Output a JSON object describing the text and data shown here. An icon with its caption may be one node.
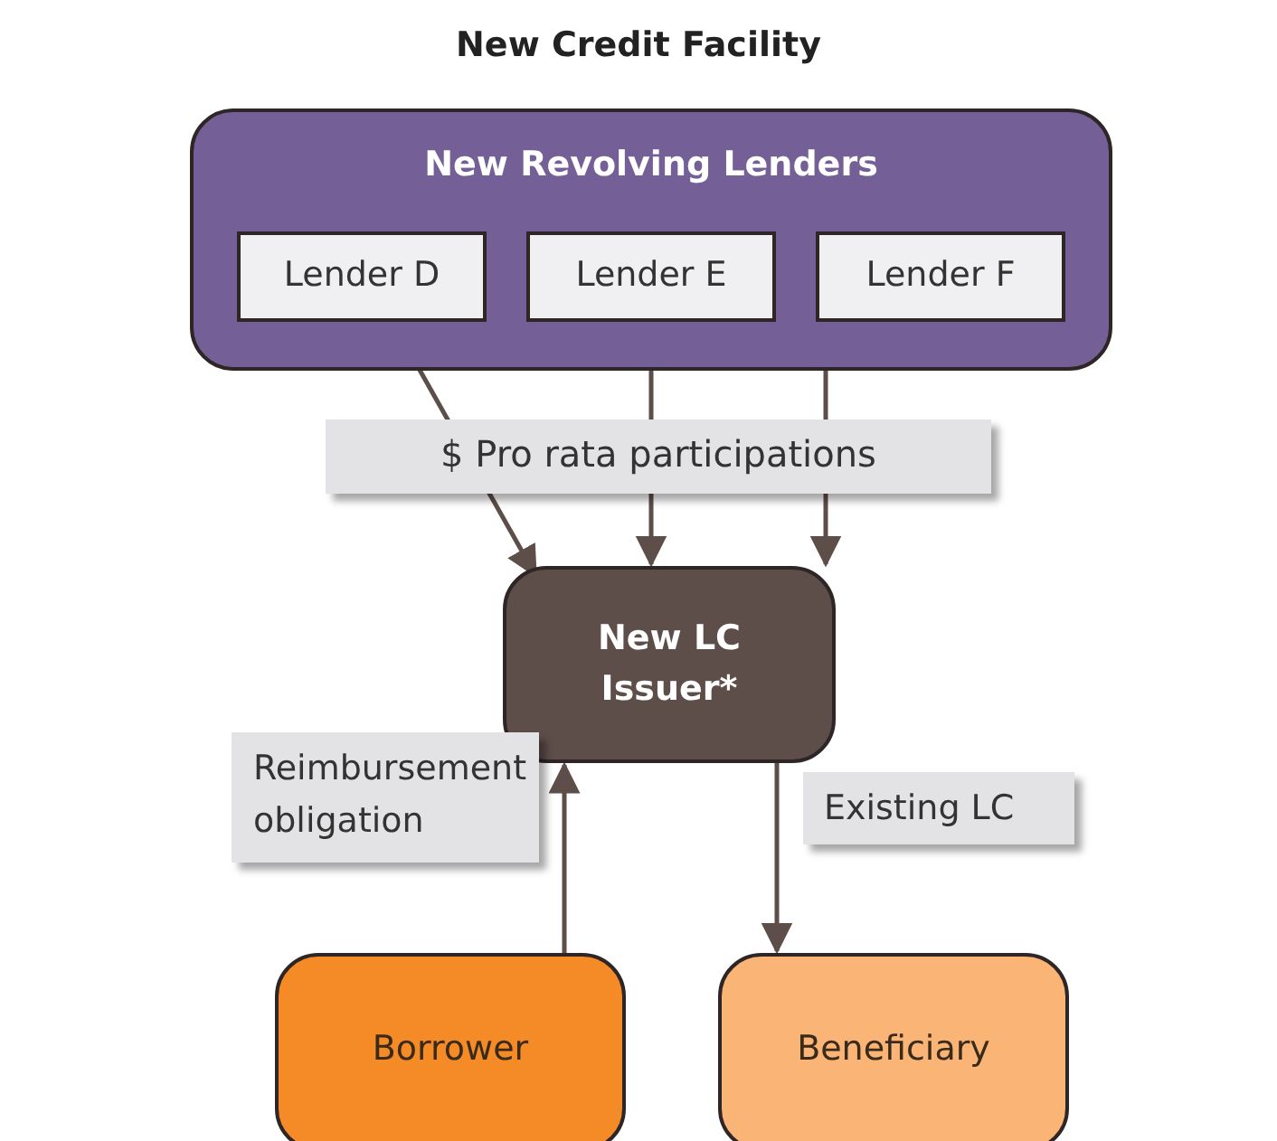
{
  "diagram": {
    "title": "New Credit Facility",
    "nodes": [
      {
        "text": [
          "New Revolving Lenders"
        ]
      },
      {
        "text": [
          "Lender D"
        ],
        "in": 0
      },
      {
        "text": [
          "Lender E"
        ],
        "in": 0
      },
      {
        "text": [
          "Lender F"
        ],
        "in": 0
      },
      {
        "text": [
          "New LC Issuer*"
        ]
      },
      {
        "text": [
          "Borrower"
        ]
      },
      {
        "text": [
          "Beneficiary"
        ]
      }
    ],
    "edges": [
      {
        "from": 1,
        "to": 4,
        "arrow": "to"
      },
      {
        "from": 2,
        "to": 4,
        "arrow": "to"
      },
      {
        "from": 3,
        "to": 4,
        "arrow": "to"
      },
      {
        "from": 5,
        "to": 4,
        "arrow": "to",
        "label": "Reimbursement obligation"
      },
      {
        "from": 4,
        "to": 6,
        "arrow": "to",
        "label": "Existing LC"
      }
    ],
    "labels": [
      "$ Pro rata participations"
    ]
  }
}
